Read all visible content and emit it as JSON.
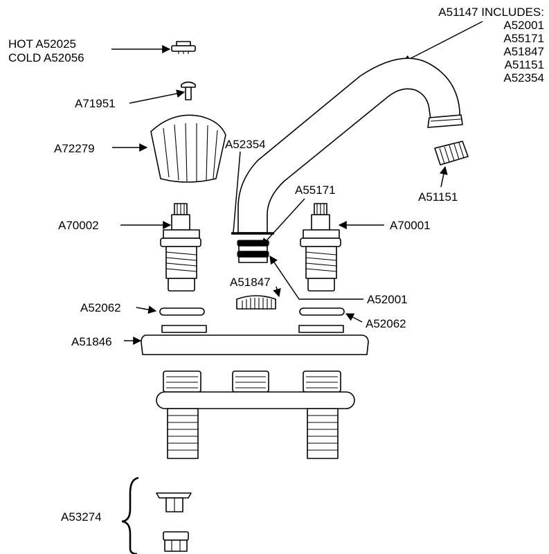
{
  "title": "",
  "includes": {
    "header": "A51147 INCLUDES:",
    "items": [
      "A52001",
      "A55171",
      "A51847",
      "A51151",
      "A52354"
    ]
  },
  "labels": {
    "hot_cap": "HOT A52025",
    "cold_cap": "COLD A52056",
    "screw": "A71951",
    "handle": "A72279",
    "hot_cartridge": "A70002",
    "cold_cartridge": "A70001",
    "spout_ring": "A52354",
    "o_ring": "A55171",
    "aerator": "A51151",
    "spout_nut": "A51847",
    "o_ring_lower": "A52001",
    "gasket_left": "A52062",
    "gasket_right": "A52062",
    "body_cover": "A51846",
    "nut_set": "A53274"
  }
}
